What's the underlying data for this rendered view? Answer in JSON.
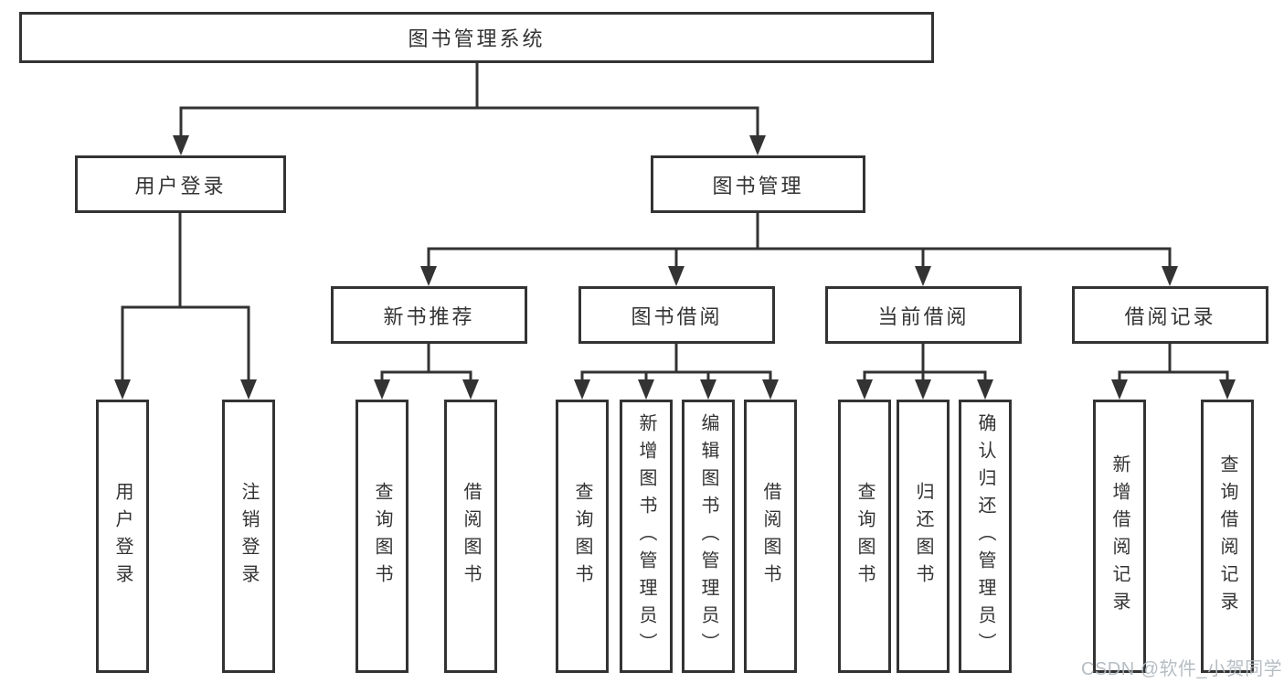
{
  "diagram": {
    "root": {
      "label": "图书管理系统"
    },
    "level2": [
      {
        "label": "用户登录"
      },
      {
        "label": "图书管理"
      }
    ],
    "level3": [
      {
        "label": "新书推荐"
      },
      {
        "label": "图书借阅"
      },
      {
        "label": "当前借阅"
      },
      {
        "label": "借阅记录"
      }
    ],
    "leaves": {
      "user_login": [
        "用户登录",
        "注销登录"
      ],
      "new_book": [
        "查询图书",
        "借阅图书"
      ],
      "book_borrow": [
        "查询图书",
        "新增图书（管理员）",
        "编辑图书（管理员）",
        "借阅图书"
      ],
      "current_borrow": [
        "查询图书",
        "归还图书",
        "确认归还（管理员）"
      ],
      "borrow_records": [
        "新增借阅记录",
        "查询借阅记录"
      ]
    },
    "watermark": "CSDN @软件_小贺同学",
    "colors": {
      "line": "#333333",
      "text": "#333333",
      "box_background": "#ffffff",
      "watermark": "#b0b7be",
      "background": "#ffffff"
    }
  }
}
